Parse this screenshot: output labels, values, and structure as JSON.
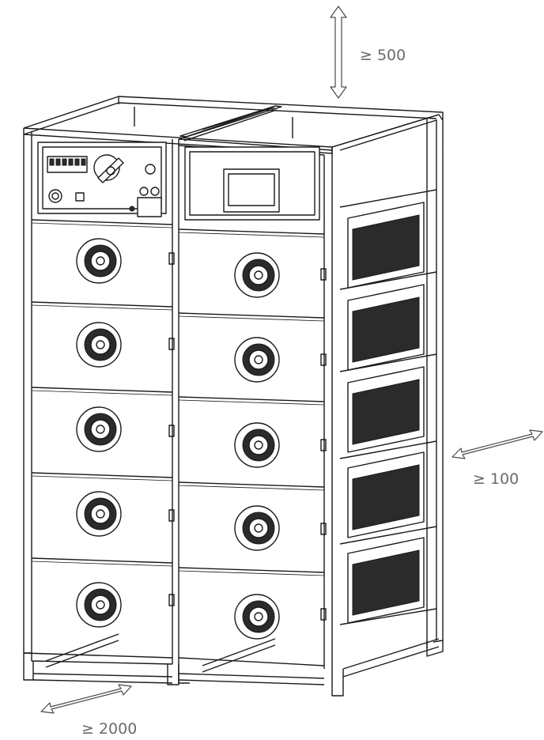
{
  "clearances": {
    "top": "≥ 500",
    "side": "≥ 100",
    "front": "≥ 2000"
  },
  "colors": {
    "line": "#1a1a1a",
    "label": "#6b6b6b",
    "vent": "#2b2b2b"
  }
}
